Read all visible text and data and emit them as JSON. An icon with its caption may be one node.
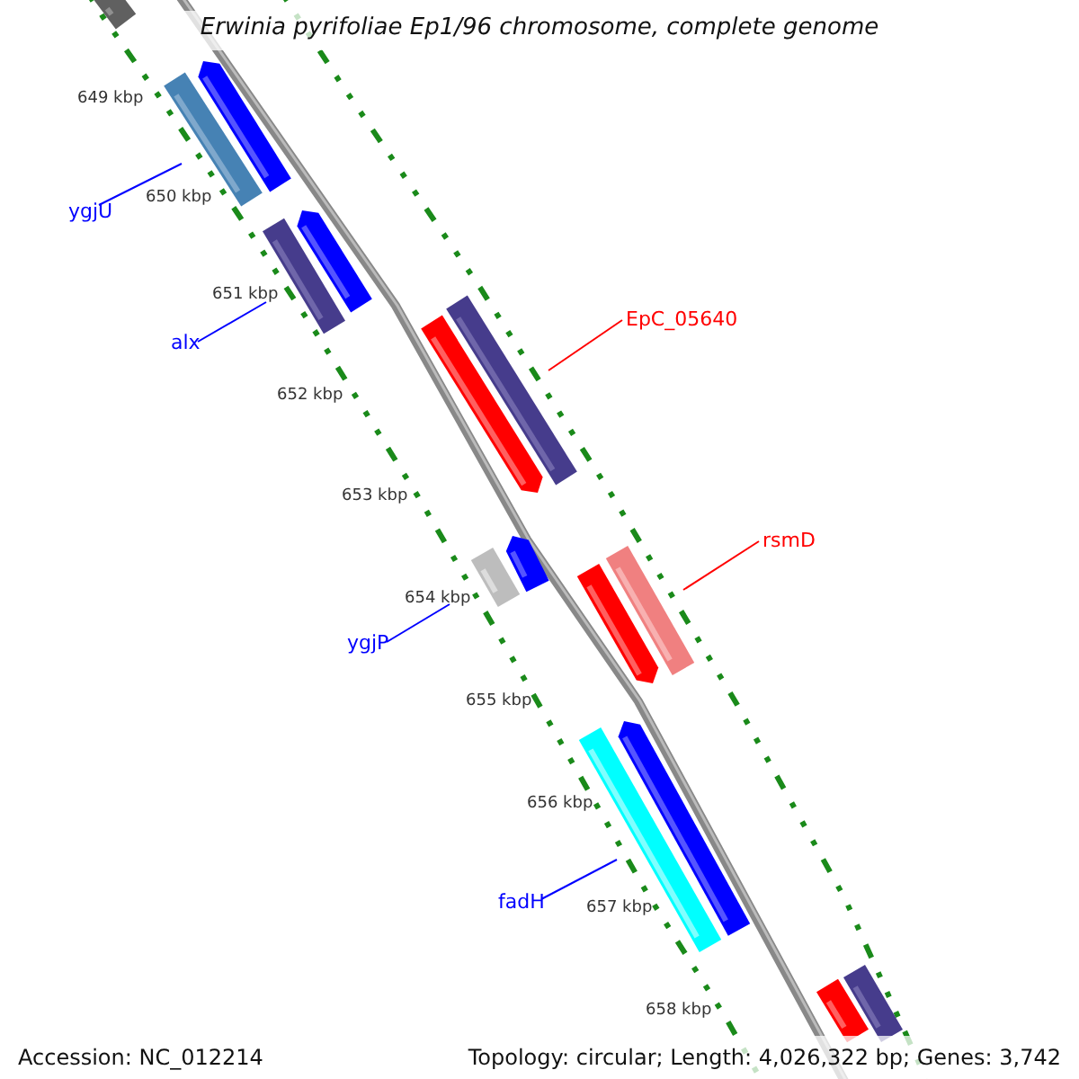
{
  "diagram": {
    "title": "Erwinia pyrifoliae Ep1/96 chromosome, complete genome",
    "nodes": [
      {
        "text": [
          "ygjU"
        ]
      },
      {
        "text": [
          "EpC_05640"
        ]
      },
      {
        "text": [
          "alx"
        ]
      },
      {
        "text": [
          "rsmD"
        ]
      },
      {
        "text": [
          "ygjP"
        ]
      },
      {
        "text": [
          "fadH"
        ]
      },
      {
        "text": [],
        "shape": "bar"
      },
      {
        "text": [],
        "shape": "bar"
      },
      {
        "text": [],
        "shape": "bar"
      },
      {
        "text": [],
        "shape": "bar"
      },
      {
        "text": [],
        "shape": "bar"
      },
      {
        "text": [],
        "shape": "bar"
      },
      {
        "text": [],
        "shape": "bar"
      },
      {
        "text": [],
        "shape": "bar"
      },
      {
        "text": [],
        "shape": "bar"
      },
      {
        "text": [],
        "shape": "bar"
      },
      {
        "text": [],
        "shape": "bar"
      },
      {
        "text": [],
        "shape": "bar"
      },
      {
        "text": [],
        "shape": "bar"
      },
      {
        "text": [],
        "shape": "bar"
      },
      {
        "text": [],
        "shape": "bar"
      }
    ],
    "edges": [
      {
        "from": 0,
        "to": 7,
        "arrow": "none",
        "color": "#0000ff"
      },
      {
        "from": 1,
        "to": 12,
        "arrow": "none",
        "color": "#ff0000"
      },
      {
        "from": 2,
        "to": 9,
        "arrow": "none",
        "color": "#0000ff"
      },
      {
        "from": 3,
        "to": 16,
        "arrow": "none",
        "color": "#ff0000"
      },
      {
        "from": 4,
        "to": 13,
        "arrow": "none",
        "color": "#0000ff"
      },
      {
        "from": 5,
        "to": 17,
        "arrow": "none",
        "color": "#0000ff"
      }
    ],
    "labels": [
      "649 kbp",
      "650 kbp",
      "651 kbp",
      "652 kbp",
      "653 kbp",
      "654 kbp",
      "655 kbp",
      "656 kbp",
      "657 kbp",
      "658 kbp",
      "Accession: NC_012214",
      "Topology: circular; Length: 4,026,322 bp; Genes: 3,742"
    ]
  }
}
